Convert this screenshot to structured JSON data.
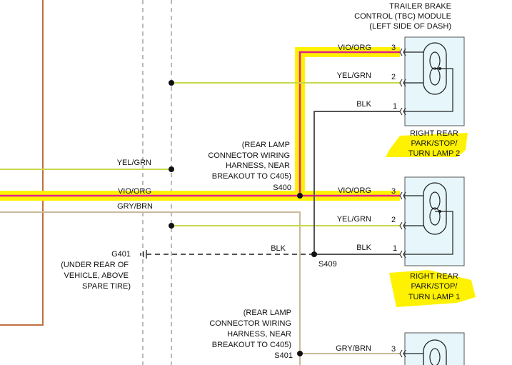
{
  "header": {
    "tbc_line1": "TRAILER BRAKE",
    "tbc_line2": "CONTROL (TBC) MODULE",
    "tbc_line3": "(LEFT SIDE OF DASH)"
  },
  "wires": {
    "vio_org": "VIO/ORG",
    "yel_grn": "YEL/GRN",
    "blk": "BLK",
    "gry_brn": "GRY/BRN"
  },
  "pins": {
    "p1": "1",
    "p2": "2",
    "p3": "3"
  },
  "splices": {
    "s400": "S400",
    "s401": "S401",
    "s409": "S409"
  },
  "ground": {
    "id": "G401",
    "line1": "(UNDER REAR OF",
    "line2": "VEHICLE, ABOVE",
    "line3": "SPARE TIRE)"
  },
  "harness_note": {
    "line1": "(REAR LAMP",
    "line2": "CONNECTOR WIRING",
    "line3": "HARNESS, NEAR",
    "line4": "BREAKOUT TO C405)"
  },
  "lamps": {
    "lamp2": {
      "line1": "RIGHT REAR",
      "line2": "PARK/STOP/",
      "line3": "TURN LAMP 2"
    },
    "lamp1": {
      "line1": "RIGHT REAR",
      "line2": "PARK/STOP/",
      "line3": "TURN LAMP 1"
    }
  },
  "colors": {
    "vio_org": "#e0218a",
    "yel_grn": "#c8d84a",
    "blk": "#555555",
    "gry_brn": "#c9b99a",
    "highlight": "#fff200",
    "lamp_fill": "#e6f6fb",
    "brown_trace": "#c07040"
  }
}
